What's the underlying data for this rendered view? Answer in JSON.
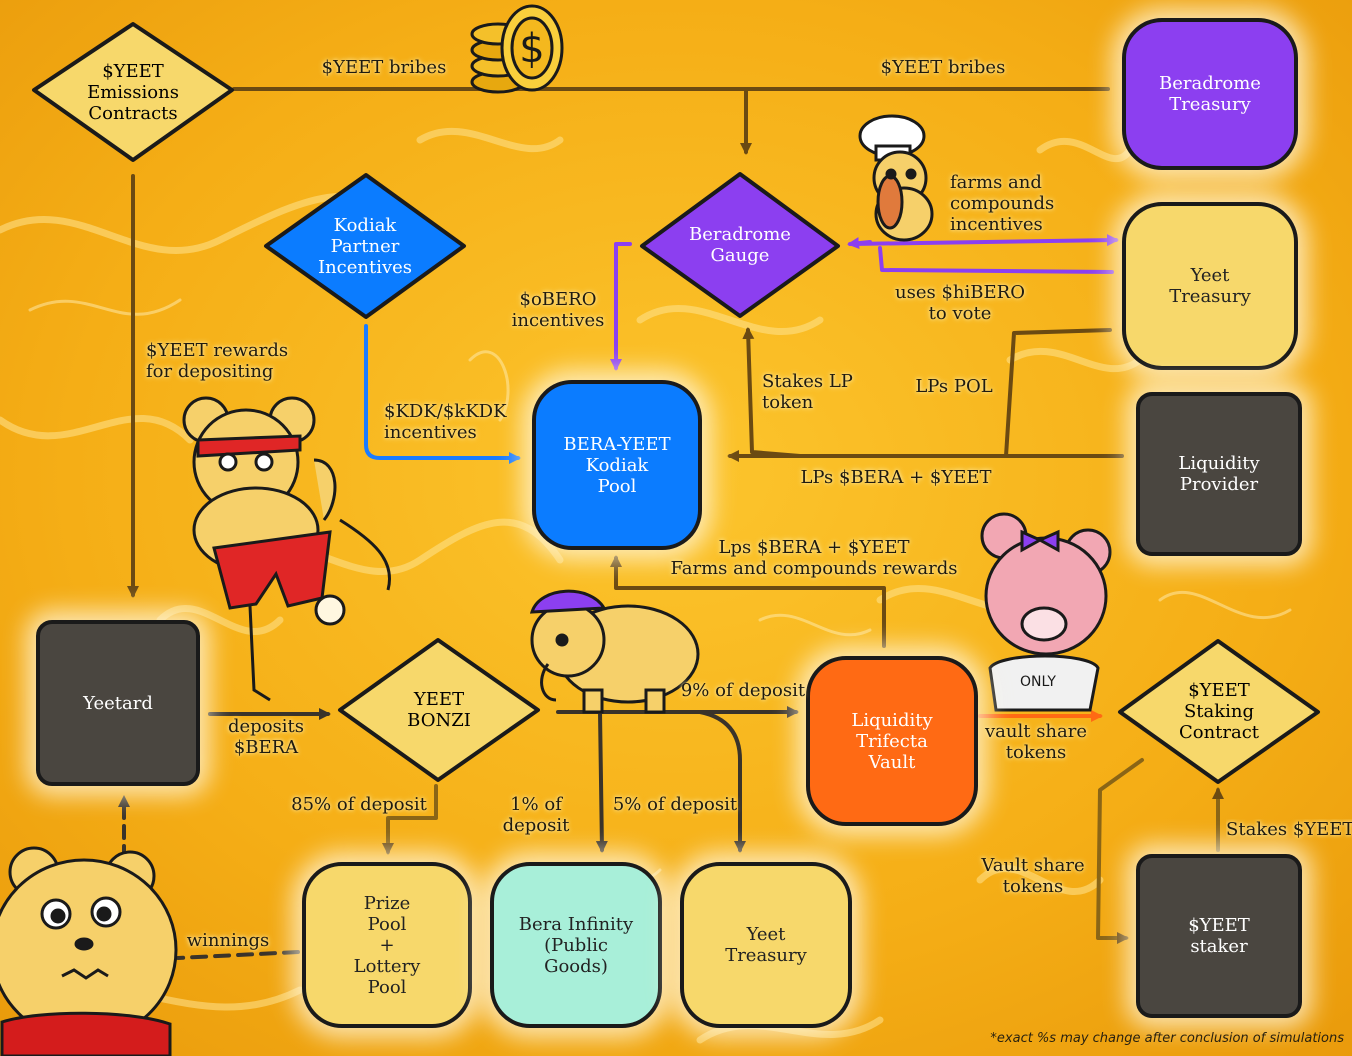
{
  "colors": {
    "background": "#f5b51a",
    "yellow_node": "#f7d86b",
    "purple_node": "#8c3ff0",
    "blue_node": "#0b7cff",
    "dark_node": "#4a4640",
    "orange_node": "#ff6a14",
    "mint_node": "#a8efd9",
    "brown_arrow": "#6b4a12",
    "purple_arrow": "#8c3ff0",
    "blue_arrow": "#1a7cff",
    "orange_arrow": "#ff6a14"
  },
  "nodes": {
    "emissions": "$YEET\nEmissions\nContracts",
    "beradrome_treasury": "Beradrome\nTreasury",
    "kodiak_incentives": "Kodiak\nPartner\nIncentives",
    "beradrome_gauge": "Beradrome\nGauge",
    "yeet_treasury_top": "Yeet\nTreasury",
    "bera_yeet_pool": "BERA-YEET\nKodiak\nPool",
    "liquidity_provider": "Liquidity\nProvider",
    "yeetard": "Yeetard",
    "yeet_bonzi": "YEET\nBONZI",
    "liquidity_trifecta_vault": "Liquidity\nTrifecta\nVault",
    "staking_contract": "$YEET\nStaking\nContract",
    "prize_pool": "Prize\nPool\n+\nLottery\nPool",
    "bera_infinity": "Bera Infinity\n(Public\nGoods)",
    "yeet_treasury_bottom": "Yeet\nTreasury",
    "yeet_staker": "$YEET\nstaker"
  },
  "edge_labels": {
    "bribes_left": "$YEET bribes",
    "bribes_right": "$YEET bribes",
    "farms_compounds": "farms and\ncompounds\nincentives",
    "uses_hibero": "uses $hiBERO\nto vote",
    "obero": "$oBERO\nincentives",
    "yeet_rewards": "$YEET rewards\nfor depositing",
    "kdk": "$KDK/$kKDK\nincentives",
    "stakes_lp": "Stakes LP\ntoken",
    "lps_pol": "LPs POL",
    "lps_bera_yeet": "LPs $BERA + $YEET",
    "lps_farms": "Lps $BERA + $YEET\nFarms and compounds rewards",
    "deposits_bera": "deposits\n$BERA",
    "nine_pct": "9% of deposit",
    "vault_share_top": "vault share\ntokens",
    "eighty_five_pct": "85% of deposit",
    "one_pct": "1% of deposit",
    "five_pct": "5% of deposit",
    "winnings": "winnings",
    "vault_share_bottom": "Vault share\ntokens",
    "stakes_yeet": "Stakes $YEET"
  },
  "footnote": "*exact %s may change after conclusion of simulations",
  "illustrations": [
    "coin-stack-icon",
    "chef-bear-icon",
    "fighter-bear-icon",
    "elephant-helmet-icon",
    "pink-bear-icon",
    "sad-bear-icon"
  ]
}
